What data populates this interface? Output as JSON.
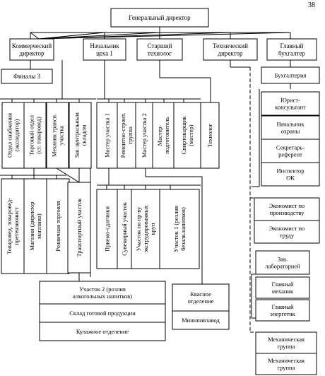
{
  "page_number": "38",
  "director": "Генеральный директор",
  "level1": {
    "commercial": [
      "Коммерческий",
      "директор"
    ],
    "workshop": [
      "Начальник",
      "цеха 1"
    ],
    "technologist": [
      "Старший",
      "технолог"
    ],
    "technical": [
      "Технический",
      "директор"
    ],
    "accountant": [
      "Главный",
      "бухгалтер"
    ]
  },
  "finals": "Финалы 3",
  "commercial_units": [
    [
      "Отдел снабжения",
      "(экспедитор)"
    ],
    [
      "Торговый отдел",
      "(ст. товаровед)"
    ],
    [
      "Механик трансп.",
      "участка"
    ],
    [
      "Зав. центральным",
      "складом"
    ]
  ],
  "production_units": [
    [
      "Мастер участка 1"
    ],
    [
      "Ремонтно-строит.",
      "группа"
    ],
    [
      "Мастер участка 2"
    ],
    [
      "Мастер-",
      "подготовитель"
    ],
    [
      "Спиртоварщик",
      "(мастер)"
    ],
    [
      "Технолог"
    ]
  ],
  "trade_units": [
    [
      "Товаровед, товаровед-",
      "претензионист"
    ],
    [
      "Магазин (директор",
      "магазина)"
    ],
    [
      "Розничная торговля"
    ]
  ],
  "transport": "Транспортный участок",
  "site1_units": [
    [
      "Приемо-сдатчики"
    ],
    [
      "Сувенирный участок"
    ],
    [
      "Участок по пр-ву",
      "экструдированных",
      "круп"
    ],
    [
      "Участок 1 (розлив",
      "безалк.напитков)"
    ]
  ],
  "warehouse_units": [
    [
      "Участок 2 (розлив",
      "алкогольных напитков)"
    ],
    [
      "Склад готовой продукции"
    ],
    [
      "Кулажное отделение"
    ]
  ],
  "kvass": [
    [
      "Квасное",
      "отделение"
    ],
    [
      "Минипивзавод"
    ]
  ],
  "accounting": [
    "Бухгалтерия"
  ],
  "accounting_group": [
    [
      "Юрист-",
      "консультант"
    ],
    [
      "Начальник",
      "охраны"
    ],
    [
      "Секретарь-",
      "референт"
    ],
    [
      "Инспектор",
      "ОК"
    ]
  ],
  "economists": [
    [
      "Экономист по",
      "производству"
    ],
    [
      "Экономист по",
      "труду"
    ]
  ],
  "technical_units": [
    [
      "Зав.",
      "лабораторией"
    ],
    [
      "Главный",
      "механик"
    ],
    [
      "Главный",
      "энергетик"
    ]
  ],
  "mechanical_groups": [
    [
      "Механическая",
      "группа"
    ],
    [
      "Механическая",
      "группа"
    ]
  ]
}
